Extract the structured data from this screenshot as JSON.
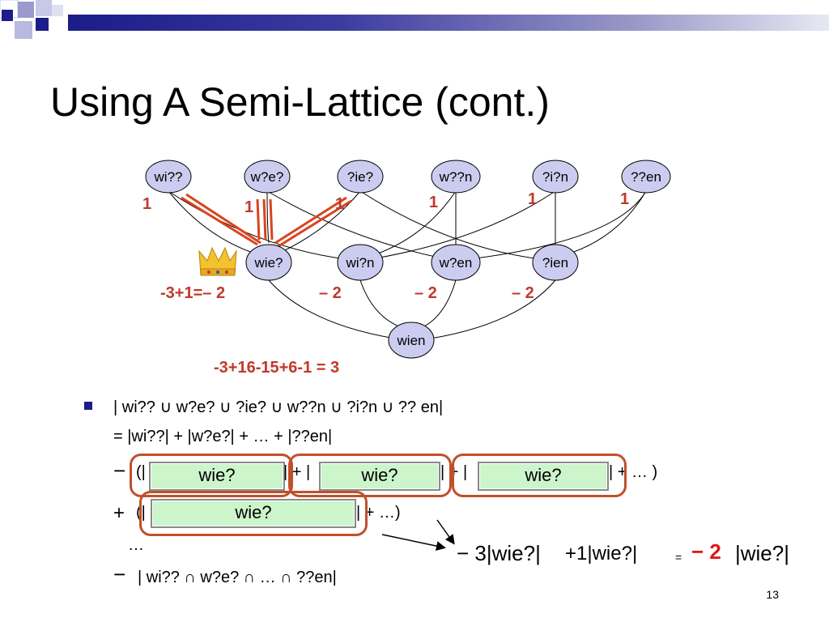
{
  "slide": {
    "title": "Using A Semi-Lattice (cont.)",
    "page_number": "13"
  },
  "lattice": {
    "top_nodes": [
      "wi??",
      "w?e?",
      "?ie?",
      "w??n",
      "?i?n",
      "??en"
    ],
    "mid_nodes": [
      "wie?",
      "wi?n",
      "w?en",
      "?ien"
    ],
    "bottom_node": "wien",
    "top_weights": [
      "1",
      "1",
      "1",
      "1",
      "1",
      "1"
    ],
    "mid_weights": [
      "-3+1=– 2",
      "– 2",
      "– 2",
      "– 2"
    ],
    "bottom_weight": "-3+16-15+6-1 = 3",
    "highlight_color": "#c0392b",
    "node_fill": "#ccccf0"
  },
  "formula": {
    "line1": "| wi?? ∪ w?e? ∪ ?ie? ∪ w??n ∪ ?i?n ∪ ?? en|",
    "line2": "= |wi??| + |w?e?| + … + |??en|",
    "line3_sign": "−",
    "line3_open": "(|",
    "line3_sep": "| + |",
    "line3_end": "| + … )",
    "box_label": "wie?",
    "line4_sign": "+",
    "line4_open": "(|",
    "line4_end": "| + …)",
    "line5": "…",
    "line6_sign": "−",
    "line6_text": "| wi?? ∩ w?e? ∩ … ∩ ??en|",
    "result_part1": "− 3|wie?|",
    "result_part2": "+1|wie?|",
    "result_eq": "=",
    "result_bold": "− 2",
    "result_tail": "|wie?|"
  }
}
